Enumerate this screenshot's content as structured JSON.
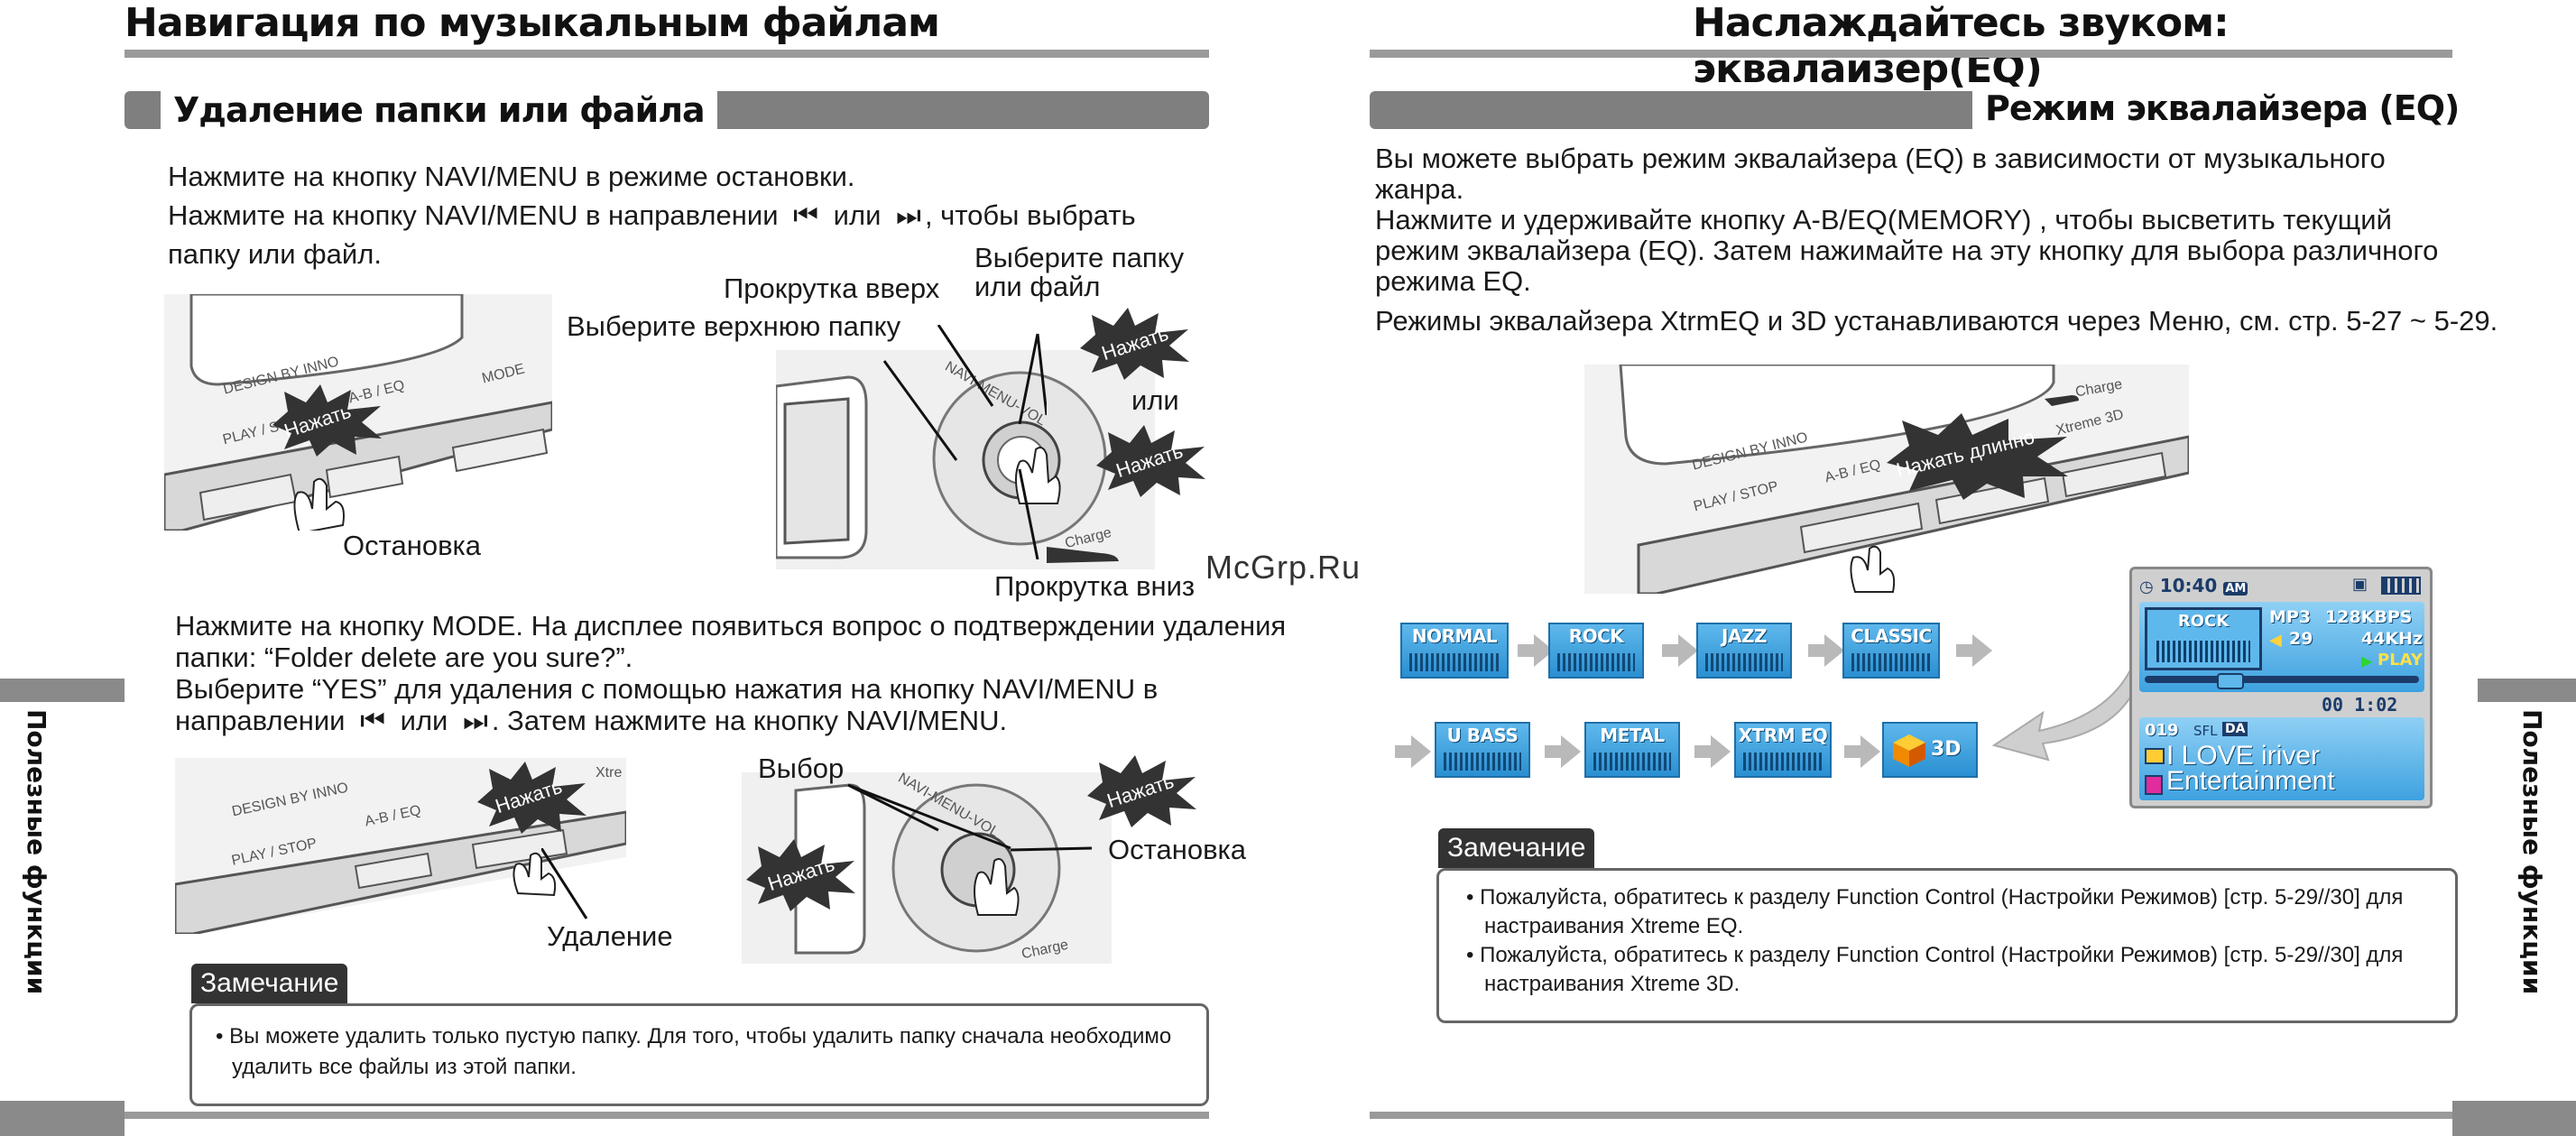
{
  "left": {
    "header": "Навигация по музыкальным файлам",
    "section": "Удаление папки или файла",
    "p1": "Нажмите на кнопку NAVI/MENU в режиме остановки.",
    "p2a": "Нажмите на кнопку NAVI/MENU в направлении",
    "p2_prev": "⏮",
    "p2_or": "или",
    "p2_next": "⏭",
    "p2b": ", чтобы выбрать",
    "p2c": "папку или файл.",
    "callouts": {
      "scroll_up": "Прокрутка вверх",
      "select_top": "Выберите верхнюю папку",
      "select_folder_1": "Выберите папку",
      "select_folder_2": "или файл",
      "or": "или",
      "stop": "Остановка",
      "scroll_down": "Прокрутка вниз",
      "press": "Нажать",
      "choice": "Выбор",
      "stop2": "Остановка",
      "delete": "Удаление"
    },
    "device": {
      "design_by_inno": "DESIGN BY INNO",
      "ab_eq": "A-B / EQ",
      "mode": "MODE",
      "play_stop": "PLAY / STOP",
      "navi_menu_vol": "NAVI-MENU-VOL",
      "charge": "Charge",
      "xtreme": "Xtre"
    },
    "p3_1": "Нажмите на кнопку MODE. На дисплее появиться вопрос о подтверждении удаления",
    "p3_2": "папки: “Folder delete are you sure?”.",
    "p3_3": "Выберите “YES” для удаления с помощью нажатия на кнопку NAVI/MENU в",
    "p3_4a": "направлении",
    "p3_4b": "или",
    "p3_4c": ". Затем нажмите на кнопку NAVI/MENU.",
    "note_title": "Замечание",
    "note_lines": [
      "• Вы можете удалить только пустую папку. Для того, чтобы удалить папку сначала необходимо",
      "удалить все файлы из этой папки."
    ],
    "side": "Полезные функции"
  },
  "right": {
    "header": "Наслаждайтесь звуком: эквалайзер(EQ)",
    "section": "Режим эквалайзера (EQ)",
    "p1_1": "Вы можете выбрать режим эквалайзера (EQ) в зависимости от музыкального",
    "p1_2": "жанра.",
    "p2_1": "Нажмите и удерживайте кнопку A-B/EQ(MEMORY) , чтобы высветить текущий",
    "p2_2": "режим эквалайзера (EQ). Затем нажимайте на эту кнопку для выбора различного",
    "p2_3": "режима EQ.",
    "p3": "Режимы эквалайзера XtrmEQ и 3D устанавливаются через Меню, см. стр. 5-27 ~ 5-29.",
    "long_press": "Нажать длинно",
    "device": {
      "design_by_inno": "DESIGN BY INNO",
      "ab_eq": "A-B / EQ",
      "play_stop": "PLAY / STOP",
      "charge": "Charge",
      "xtreme3d": "Xtreme 3D"
    },
    "eq_row1": [
      "NORMAL",
      "ROCK",
      "JAZZ",
      "CLASSIC"
    ],
    "eq_row2": [
      "U BASS",
      "METAL",
      "XTRM EQ",
      "3D"
    ],
    "screen": {
      "time": "10:40",
      "am": "AM",
      "eq": "ROCK",
      "format": "MP3",
      "bitrate": "128KBPS",
      "volume": "29",
      "freq": "44KHz",
      "state": "PLAY",
      "elapsed": "00 1:02",
      "track": "019",
      "sfl": "SFL",
      "da": "DA",
      "line1": "I LOVE iriver",
      "line2": "Entertainment"
    },
    "note_title": "Замечание",
    "note_lines": [
      "• Пожалуйста, обратитесь к разделу Function Control (Настройки Режимов) [стр. 5-29//30] для",
      "настраивания Xtreme EQ.",
      "• Пожалуйста, обратитесь к разделу Function Control (Настройки Режимов) [стр. 5-29//30] для",
      "настраивания Xtreme 3D."
    ],
    "side": "Полезные функции"
  },
  "watermark": "McGrp.Ru"
}
